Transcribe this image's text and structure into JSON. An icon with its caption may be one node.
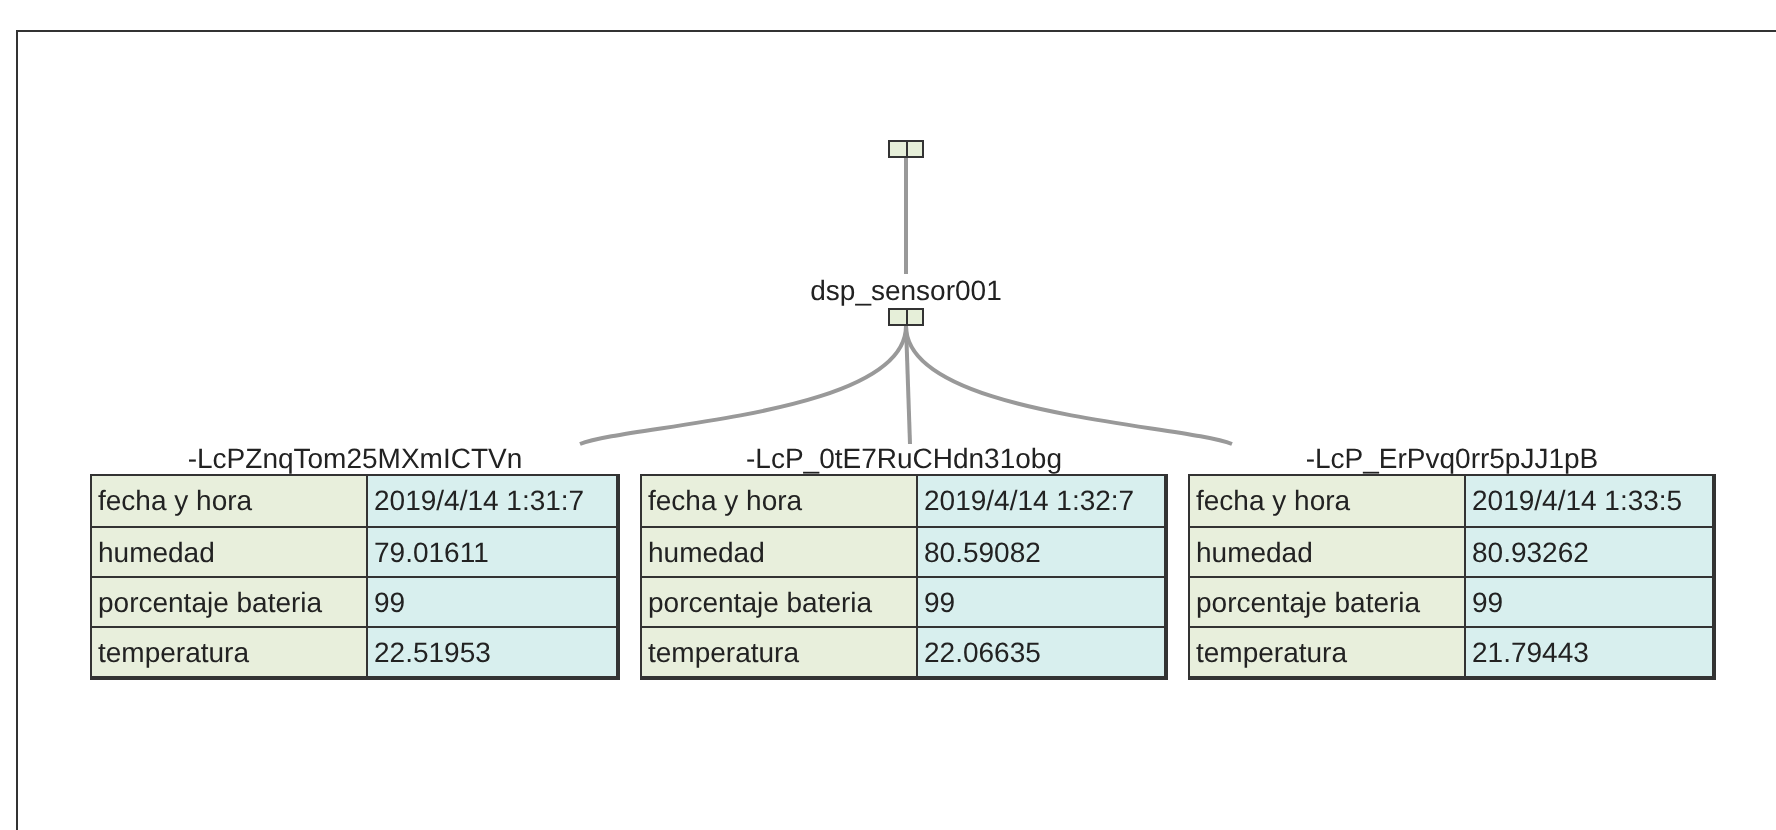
{
  "diagram": {
    "nodes": [
      {
        "text": [],
        "shape": "box"
      },
      {
        "text": [
          "dsp_sensor001"
        ]
      },
      {
        "text": [
          "-LcPZnqTom25MXmICTVn",
          "fecha y hora",
          "2019/4/14 1:31:7",
          "humedad",
          "79.01611",
          "porcentaje bateria",
          "99",
          "temperatura",
          "22.51953"
        ]
      },
      {
        "text": [
          "-LcP_0tE7RuCHdn31obg",
          "fecha y hora",
          "2019/4/14 1:32:7",
          "humedad",
          "80.59082",
          "porcentaje bateria",
          "99",
          "temperatura",
          "22.06635"
        ]
      },
      {
        "text": [
          "-LcP_ErPvq0rr5pJJ1pB",
          "fecha y hora",
          "2019/4/14 1:33:5",
          "humedad",
          "80.93262",
          "porcentaje bateria",
          "99",
          "temperatura",
          "21.79443"
        ]
      }
    ],
    "edges": [
      {
        "from": 0,
        "to": 1,
        "arrow": "none"
      },
      {
        "from": 1,
        "to": 2,
        "arrow": "none"
      },
      {
        "from": 1,
        "to": 3,
        "arrow": "none"
      },
      {
        "from": 1,
        "to": 4,
        "arrow": "none"
      }
    ]
  }
}
